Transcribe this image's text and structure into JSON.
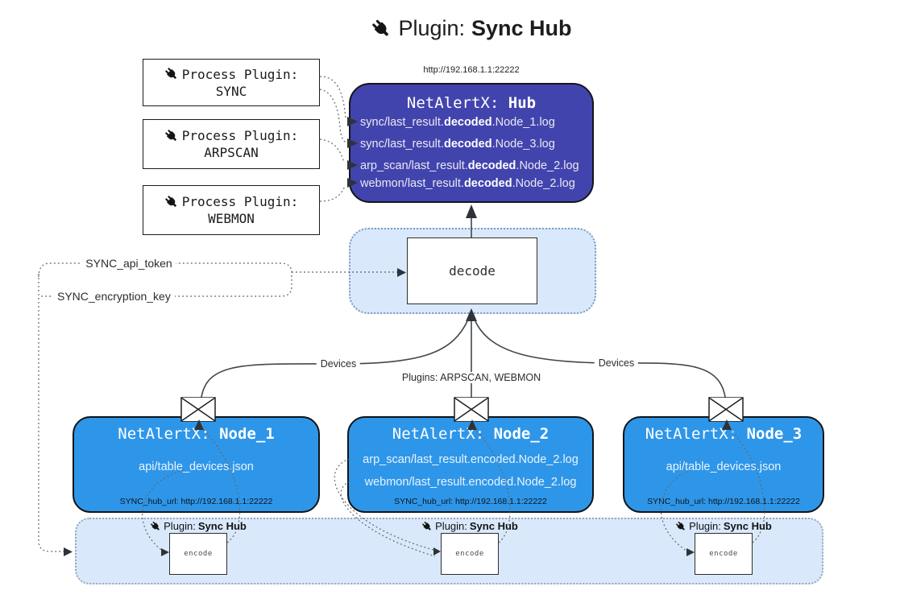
{
  "title": {
    "plain": "Plugin: ",
    "bold": "Sync Hub"
  },
  "hub": {
    "url": "http://192.168.1.1:22222",
    "name_plain": "NetAlertX: ",
    "name_bold": "Hub",
    "logs": [
      {
        "pre": "sync/last_result.",
        "bold": "decoded",
        "post": ".Node_1.log"
      },
      {
        "pre": "sync/last_result.",
        "bold": "decoded",
        "post": ".Node_3.log"
      },
      {
        "pre": "arp_scan/last_result.",
        "bold": "decoded",
        "post": ".Node_2.log"
      },
      {
        "pre": "webmon/last_result.",
        "bold": "decoded",
        "post": ".Node_2.log"
      }
    ]
  },
  "process_plugins": [
    {
      "label": "Process Plugin:",
      "name": "SYNC"
    },
    {
      "label": "Process Plugin:",
      "name": "ARPSCAN"
    },
    {
      "label": "Process Plugin:",
      "name": "WEBMON"
    }
  ],
  "decode": {
    "label": "decode"
  },
  "settings": {
    "api_token": "SYNC_api_token",
    "encryption_key": "SYNC_encryption_key"
  },
  "edges": {
    "devices_left": "Devices",
    "devices_right": "Devices",
    "plugins_middle": "Plugins: ARPSCAN, WEBMON"
  },
  "nodes": [
    {
      "name_plain": "NetAlertX: ",
      "name_bold": "Node_1",
      "files": [
        "api/table_devices.json"
      ],
      "hub_url": "SYNC_hub_url: http://192.168.1.1:22222"
    },
    {
      "name_plain": "NetAlertX: ",
      "name_bold": "Node_2",
      "files": [
        "arp_scan/last_result.encoded.Node_2.log",
        "webmon/last_result.encoded.Node_2.log"
      ],
      "hub_url": "SYNC_hub_url: http://192.168.1.1:22222"
    },
    {
      "name_plain": "NetAlertX: ",
      "name_bold": "Node_3",
      "files": [
        "api/table_devices.json"
      ],
      "hub_url": "SYNC_hub_url: http://192.168.1.1:22222"
    }
  ],
  "encoders": [
    {
      "label_plain": "Plugin: ",
      "label_bold": "Sync Hub",
      "box_label": "encode"
    },
    {
      "label_plain": "Plugin: ",
      "label_bold": "Sync Hub",
      "box_label": "encode"
    },
    {
      "label_plain": "Plugin: ",
      "label_bold": "Sync Hub",
      "box_label": "encode"
    }
  ],
  "icons": {
    "plug": "plug-icon",
    "envelope": "envelope-icon"
  },
  "colors": {
    "hub_fill": "#4244ae",
    "node_fill": "#2e96e9",
    "panel_fill": "#d9e9fb",
    "panel_border": "#7d9cc0",
    "bar_border": "#98a8b8",
    "ink": "#1d1d1d",
    "line": "#41474c",
    "dotted": "#666666",
    "hub_text": "#e9e9ef",
    "node_text": "#eaf4fd"
  }
}
